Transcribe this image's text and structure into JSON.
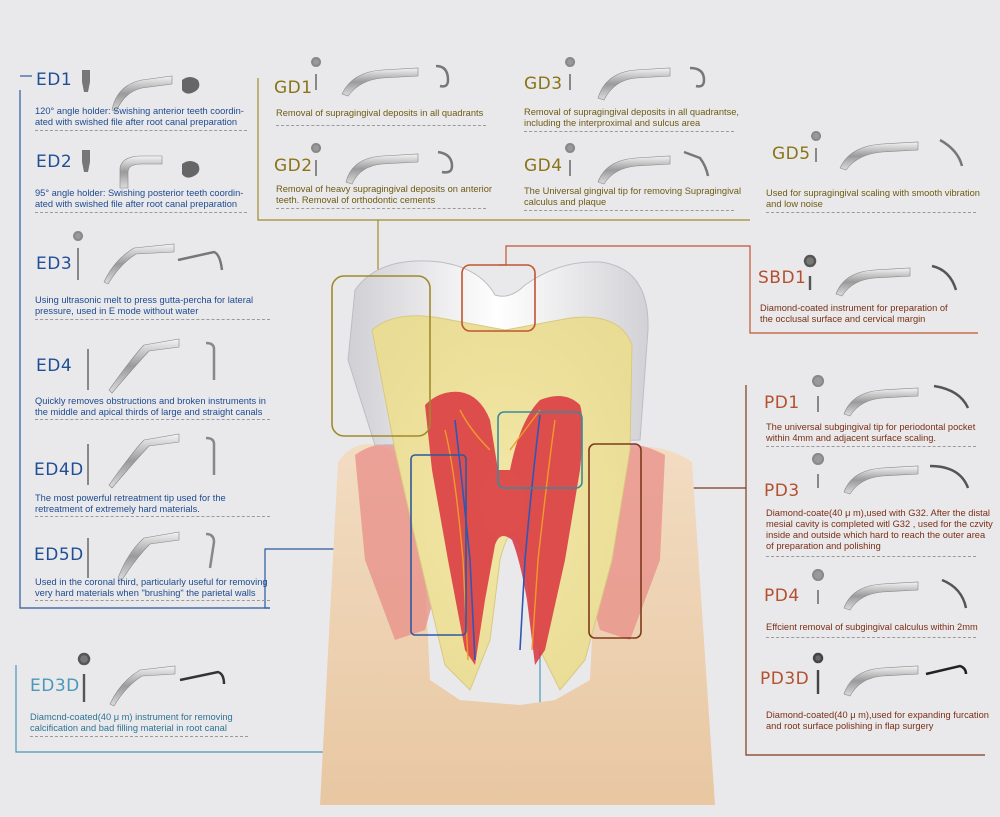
{
  "colors": {
    "background": "#e9e9ec",
    "endo_blue": "#2b5aa0",
    "general_olive": "#a08a2c",
    "scaling_red": "#c0552f",
    "periodontal_brown": "#7e3a1c",
    "ed3d_teal": "#4a98b9"
  },
  "endo": {
    "ed1": {
      "code": "ED1",
      "desc": "120° angle holder: Swishing anterior teeth coordin-\nated with swished file after root canal preparation"
    },
    "ed2": {
      "code": "ED2",
      "desc": "95° angle holder: Swishing posterior teeth coordin-\nated with swished file after root canal preparation"
    },
    "ed3": {
      "code": "ED3",
      "desc": "Using ultrasonic melt to press gutta-percha for lateral\npressure, used in E mode without water"
    },
    "ed4": {
      "code": "ED4",
      "desc": "Quickly removes obstructions and broken instruments in\nthe middle and apical thirds of large and straight canals"
    },
    "ed4d": {
      "code": "ED4D",
      "desc": "The most powerful retreatment tip used for the\nretreatment of extremely hard materials."
    },
    "ed5d": {
      "code": "ED5D",
      "desc": "Used in the coronal third, particularly useful for removing\nvery hard materials when \"brushing\" the parietal walls"
    },
    "ed3d": {
      "code": "ED3D",
      "desc": "Diamcnd-coated(40 μ m) instrument for removing\ncalcification and bad filling material in root canal"
    }
  },
  "general": {
    "gd1": {
      "code": "GD1",
      "desc": "Removal of supragingival deposits in all quadrants"
    },
    "gd2": {
      "code": "GD2",
      "desc": "Removal of heavy supragingival deposits on anterior\nteeth. Removal of orthodontic cements"
    },
    "gd3": {
      "code": "GD3",
      "desc": "Removal of supragingival deposits in all quadrantse,\nincluding the interproximal and sulcus area"
    },
    "gd4": {
      "code": "GD4",
      "desc": "The Universal gingival tip for removing Supragingival\ncalculus and plaque"
    },
    "gd5": {
      "code": "GD5",
      "desc": "Used for supragingival scaling with smooth vibration\nand low noise"
    }
  },
  "scaling": {
    "sbd1": {
      "code": "SBD1",
      "desc": "Diamond-coated instrument for preparation of\nthe occlusal surface and cervical margin"
    }
  },
  "perio": {
    "pd1": {
      "code": "PD1",
      "desc": "The universal subgingival tip for periodontal pocket\nwithin 4mm and adjacent surface scaling."
    },
    "pd3": {
      "code": "PD3",
      "desc": "Diamond-coate(40 μ m),used with G32. After the distal\nmesial cavity is completed witl G32 , used for the czvity\ninside and outside which hard to reach the outer area\nof preparation and polishing"
    },
    "pd4": {
      "code": "PD4",
      "desc": "Effcient removal of subgingival calculus within 2mm"
    },
    "pd3d": {
      "code": "PD3D",
      "desc": "Diamond-coated(40 μ m),used for expanding furcation\nand root surface polishing in flap surgery"
    }
  }
}
